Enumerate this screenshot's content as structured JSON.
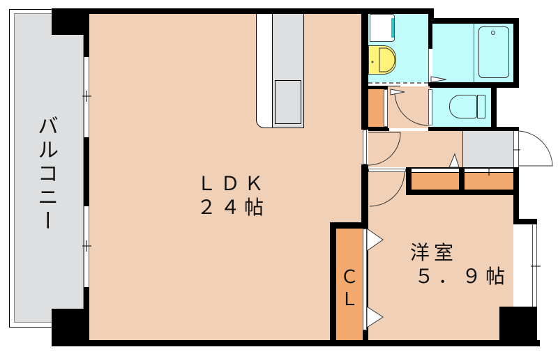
{
  "floorplan": {
    "rooms": [
      {
        "id": "ldk",
        "name": "ＬＤＫ",
        "size": "２４帖"
      },
      {
        "id": "western-room",
        "name": "洋室",
        "size": "５．９帖"
      },
      {
        "id": "balcony",
        "name": "バルコニー"
      },
      {
        "id": "closet",
        "name_line1": "Ｃ",
        "name_line2": "Ｌ"
      },
      {
        "id": "bathroom"
      },
      {
        "id": "toilet"
      },
      {
        "id": "washroom"
      },
      {
        "id": "entrance"
      }
    ],
    "colors": {
      "floor": "#f0d0b6",
      "wet_area": "#c0fcfc",
      "balcony": "#dedfe1",
      "storage": "#f3a96d",
      "wall": "#000000",
      "sink": "#fff27a"
    }
  }
}
